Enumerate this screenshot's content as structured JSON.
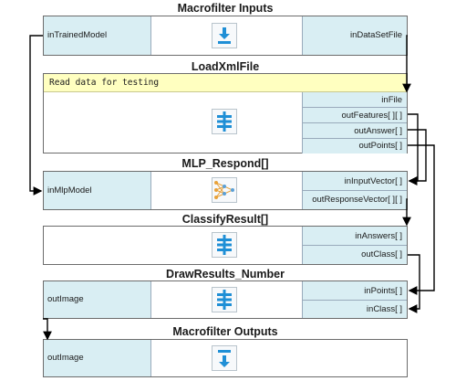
{
  "macro_inputs": {
    "title": "Macrofilter Inputs",
    "left_port": "inTrainedModel",
    "right_port": "inDataSetFile"
  },
  "load_xml": {
    "title": "LoadXmlFile",
    "comment": "Read data for testing",
    "ports": [
      "inFile",
      "outFeatures[ ][ ]",
      "outAnswer[ ]",
      "outPoints[ ]"
    ]
  },
  "mlp": {
    "title": "MLP_Respond[]",
    "left_port": "inMlpModel",
    "ports": [
      "inInputVector[ ]",
      "outResponseVector[ ][ ]"
    ]
  },
  "classify": {
    "title": "ClassifyResult[]",
    "ports": [
      "inAnswers[ ]",
      "outClass[ ]"
    ]
  },
  "draw": {
    "title": "DrawResults_Number",
    "left_port": "outImage",
    "ports": [
      "inPoints[ ]",
      "inClass[ ]"
    ]
  },
  "macro_outputs": {
    "title": "Macrofilter Outputs",
    "left_port": "outImage"
  },
  "colors": {
    "port_bg": "#d9eef3",
    "comment_bg": "#ffffc0",
    "wire": "#000000",
    "icon_blue": "#1f8fd6"
  },
  "icons": [
    "download-icon",
    "list-icon",
    "neural-network-icon",
    "upload-icon"
  ]
}
